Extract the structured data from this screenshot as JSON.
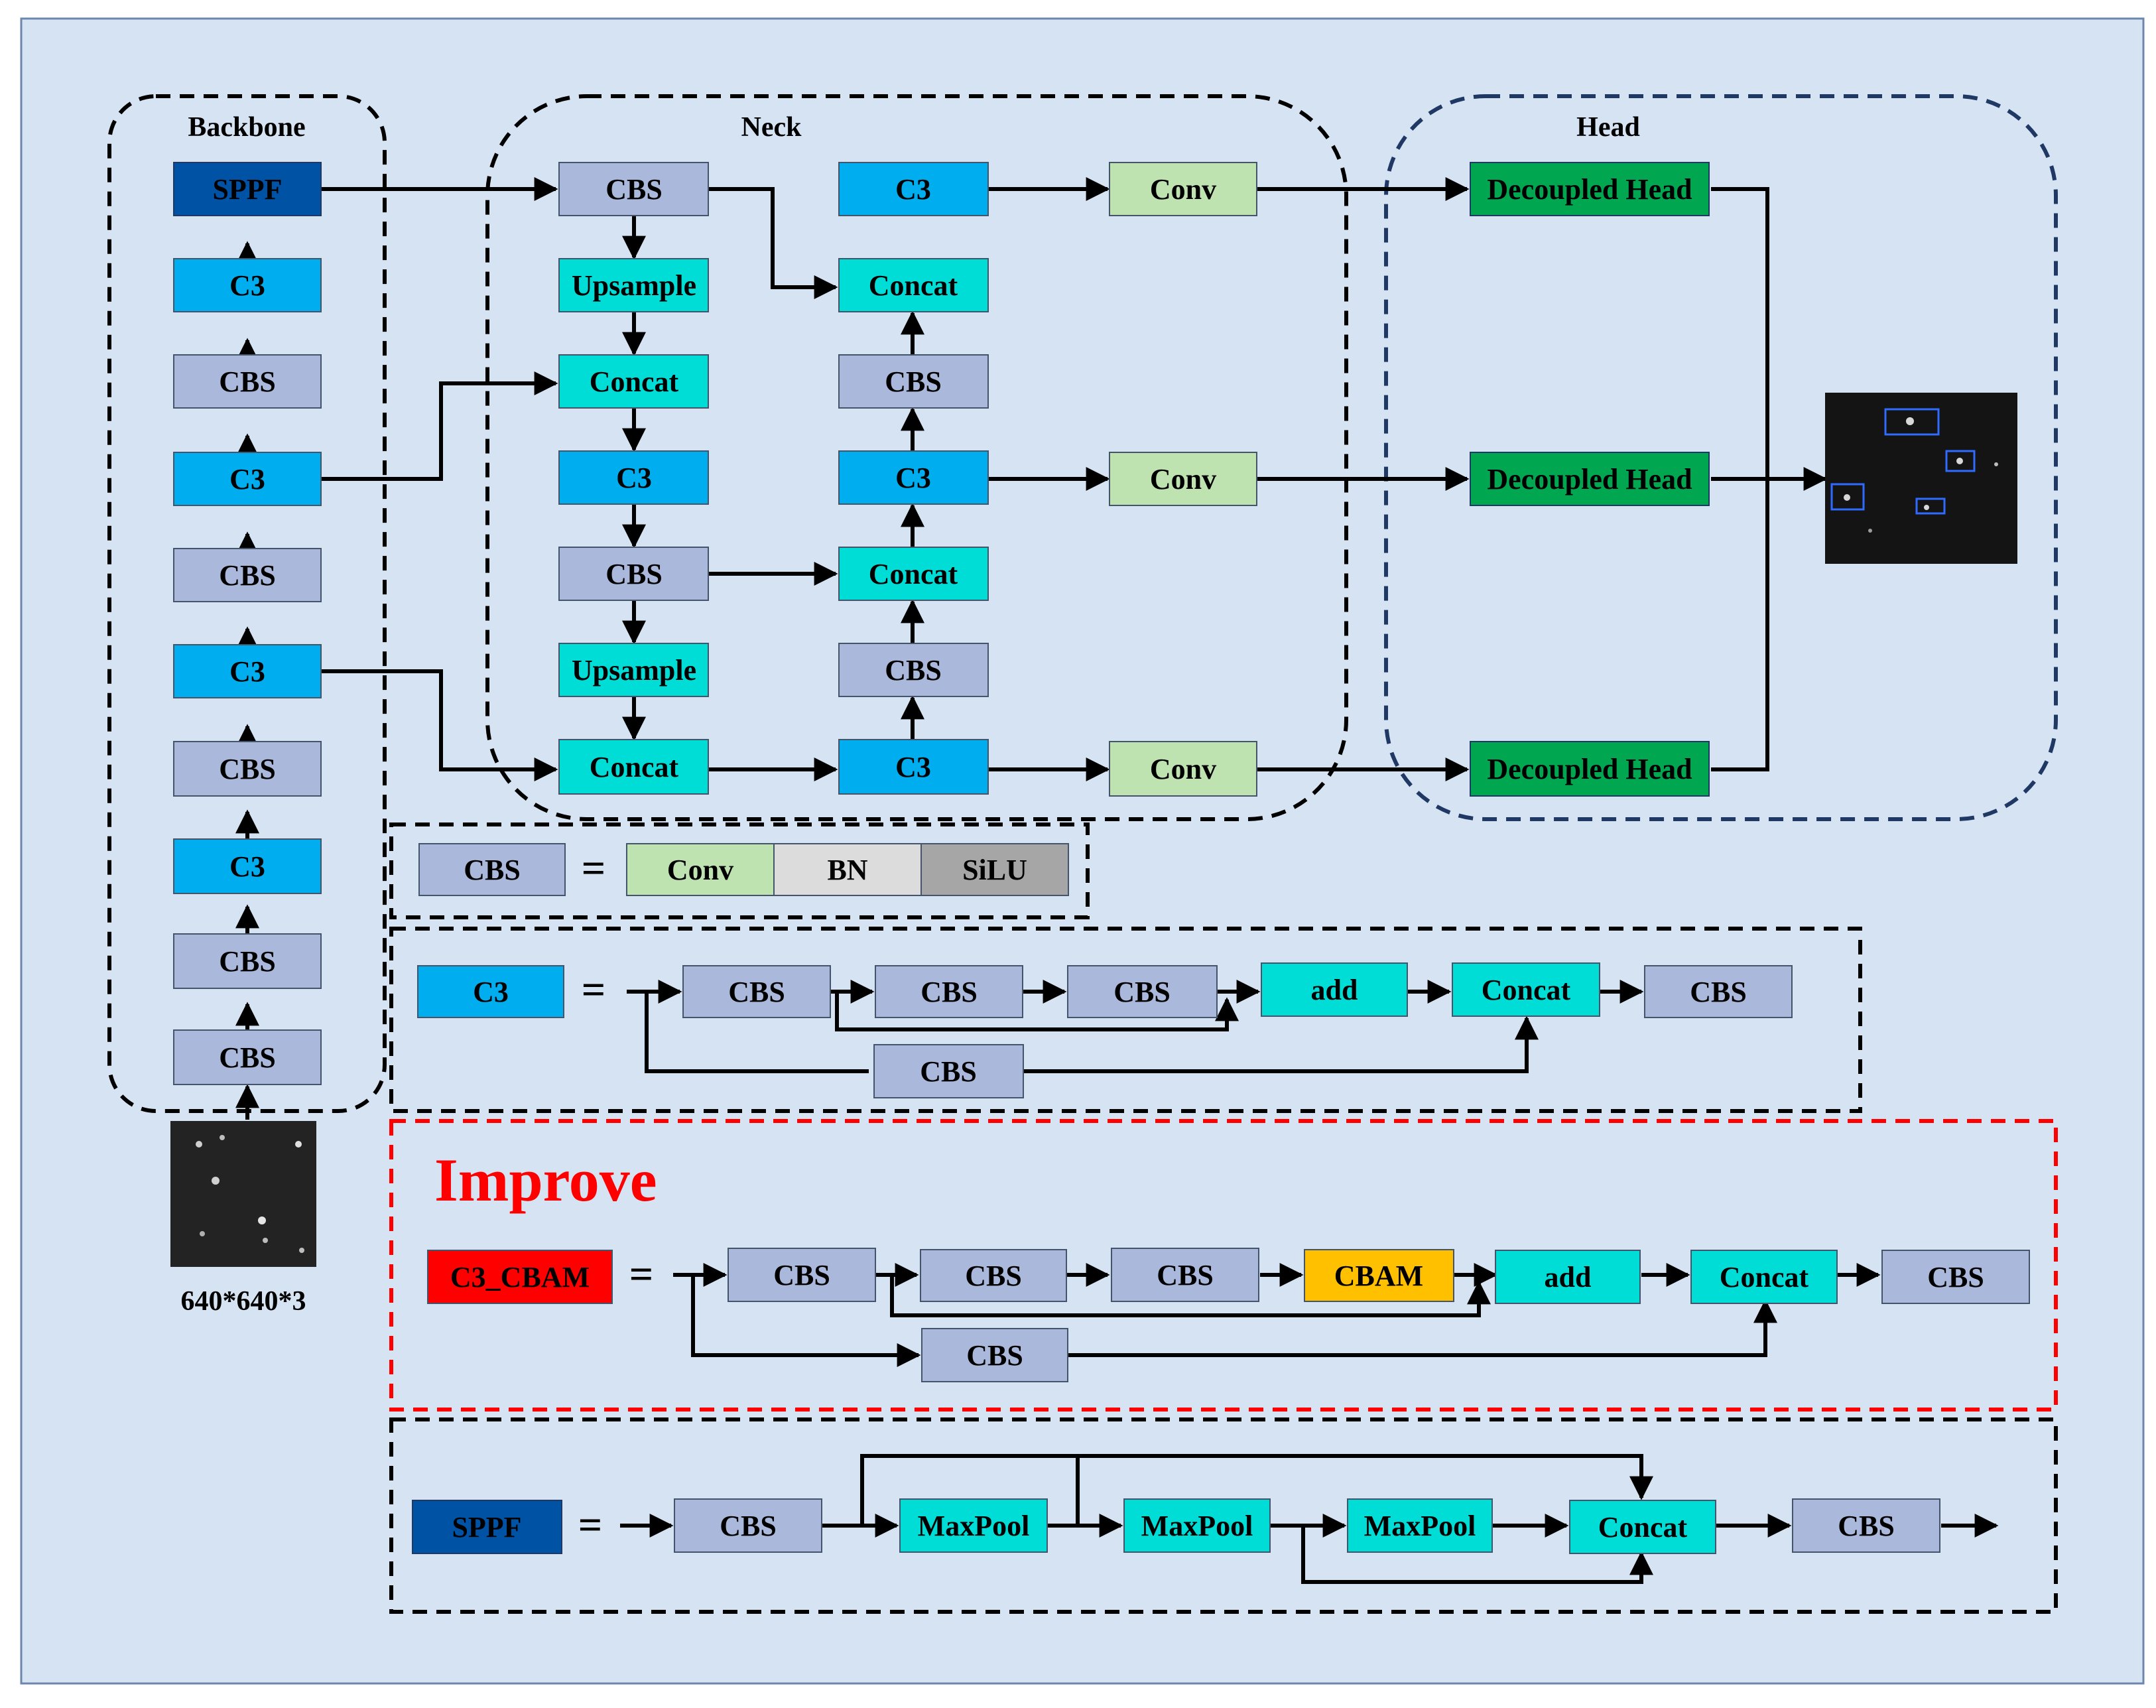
{
  "colors": {
    "background": "#d6e3f3",
    "border": "#6d86ad",
    "cbs": "#aab8dc",
    "c3": "#00adef",
    "sppf": "#0052a5",
    "teal": "#00dcd6",
    "conv": "#bfe3b0",
    "bn": "#dcdcdc",
    "silu": "#a6a6a6",
    "head": "#00a650",
    "cbam": "#ffc000",
    "c3cbam": "#ff0000",
    "improve": "#ff0000",
    "head_border": "#1f3864",
    "arrow": "#000000"
  },
  "sections": {
    "backbone": "Backbone",
    "neck": "Neck",
    "head": "Head",
    "improve": "Improve",
    "input_size": "640*640*3"
  },
  "blocks": {
    "cbs": "CBS",
    "c3": "C3",
    "sppf": "SPPF",
    "upsample": "Upsample",
    "concat": "Concat",
    "conv": "Conv",
    "bn": "BN",
    "silu": "SiLU",
    "add": "add",
    "maxpool": "MaxPool",
    "cbam": "CBAM",
    "c3_cbam": "C3_CBAM",
    "decoupled_head": "Decoupled Head",
    "equals": "="
  },
  "icons": {
    "input_image": "sar-ship-input-image-icon",
    "output_image": "detection-result-image-icon"
  }
}
